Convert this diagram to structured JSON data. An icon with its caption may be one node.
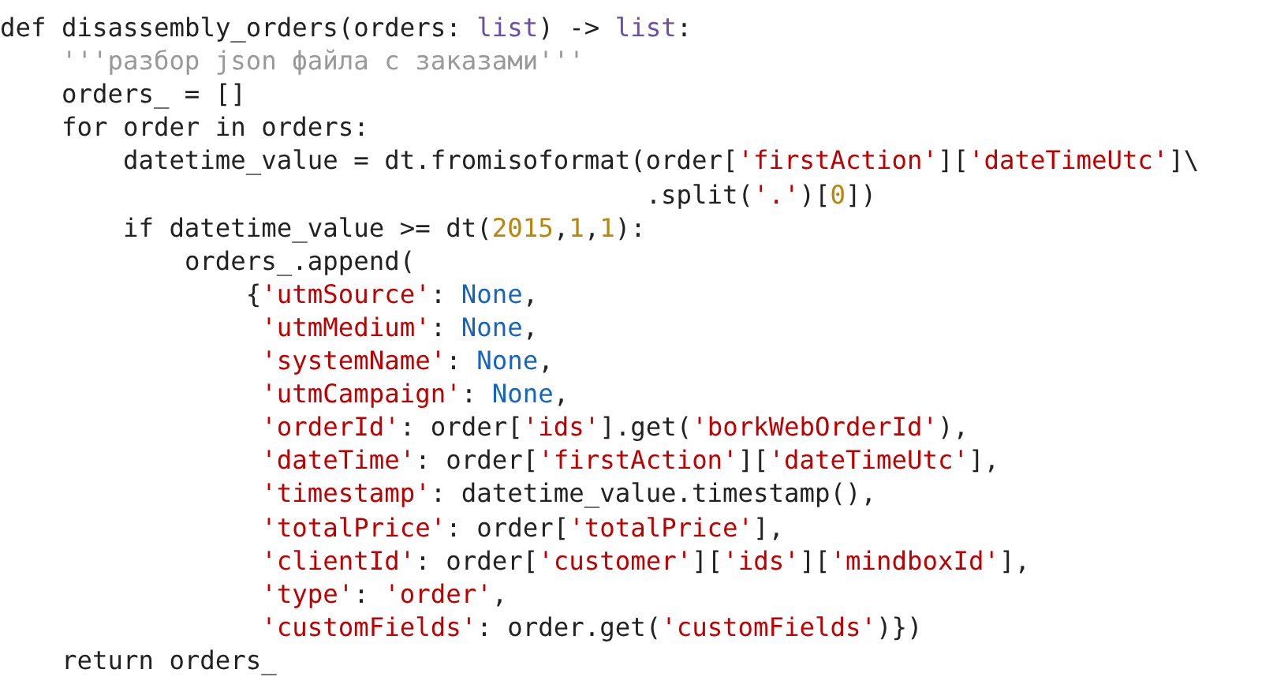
{
  "diagram": {
    "labels": [
      "def disassembly_orders(orders: list) -> list:",
      "'''разбор json файла с заказами'''",
      "orders_ = []",
      "for order in orders:",
      "datetime_value = dt.fromisoformat(order['firstAction']['dateTimeUtc']\\",
      ".split('.')[0])",
      "if datetime_value >= dt(2015,1,1):",
      "orders_.append(",
      "{'utmSource': None,",
      "'utmMedium': None,",
      "'systemName': None,",
      "'utmCampaign': None,",
      "'orderId': order['ids'].get('borkWebOrderId'),",
      "'dateTime': order['firstAction']['dateTimeUtc'],",
      "'timestamp': datetime_value.timestamp(),",
      "'totalPrice': order['totalPrice'],",
      "'clientId': order['customer']['ids']['mindboxId'],",
      "'type': 'order',",
      "'customFields': order.get('customFields')})",
      "return orders_"
    ]
  }
}
